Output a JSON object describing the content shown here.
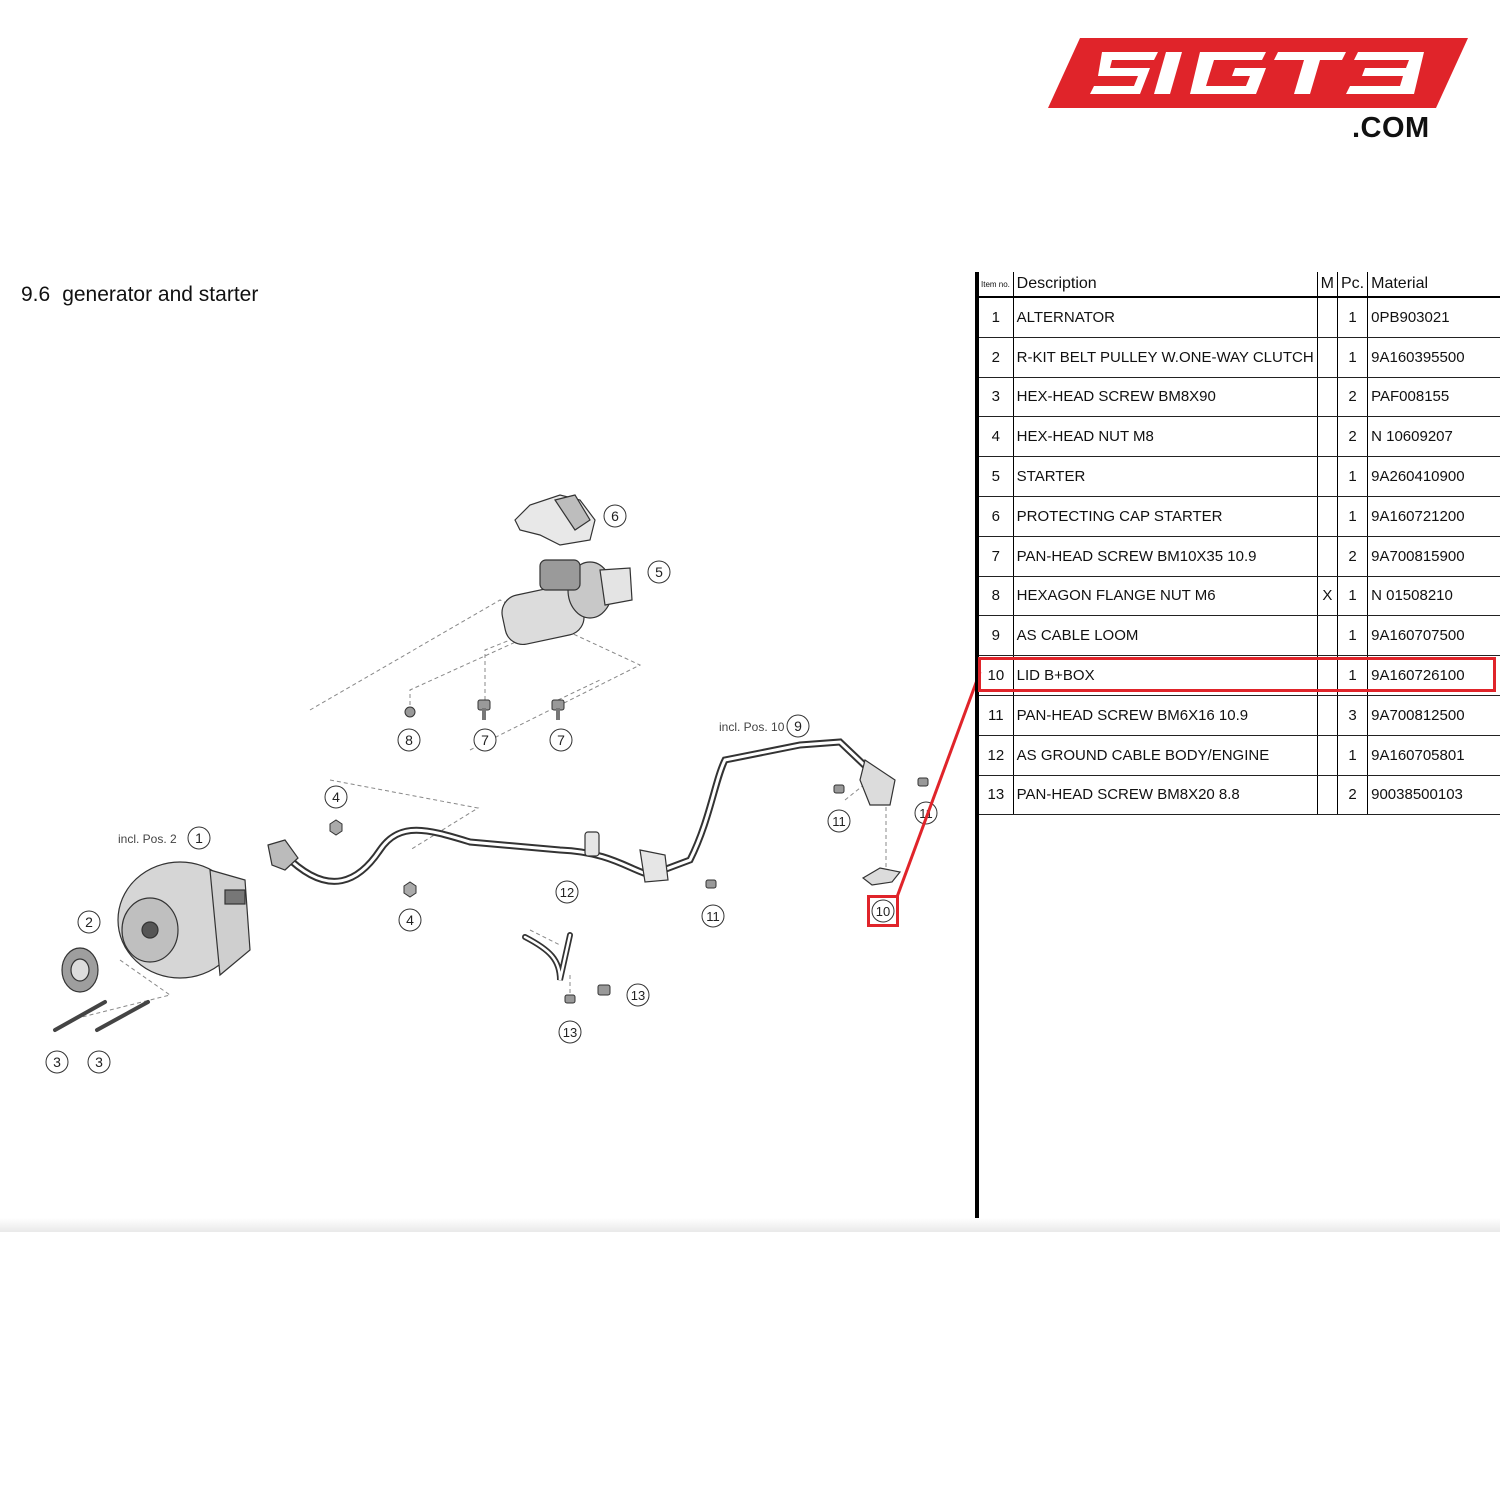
{
  "brand": {
    "logo_text": "51GT3",
    "logo_suffix": ".COM",
    "accent": "#e0242a"
  },
  "section": {
    "number": "9.6",
    "title": "generator and starter"
  },
  "diagram": {
    "notes": {
      "incl_pos_2": "incl. Pos. 2",
      "incl_pos_10": "incl. Pos. 10"
    },
    "callouts": [
      "1",
      "2",
      "3",
      "3",
      "4",
      "4",
      "5",
      "6",
      "7",
      "7",
      "8",
      "9",
      "10",
      "11",
      "11",
      "11",
      "12",
      "13",
      "13"
    ]
  },
  "table": {
    "headers": {
      "item": "Item no.",
      "description": "Description",
      "m": "M",
      "pc": "Pc.",
      "material": "Material"
    },
    "rows": [
      {
        "item": "1",
        "description": "ALTERNATOR",
        "m": "",
        "pc": "1",
        "material": "0PB903021"
      },
      {
        "item": "2",
        "description": "R-KIT BELT PULLEY W.ONE-WAY CLUTCH",
        "m": "",
        "pc": "1",
        "material": "9A160395500"
      },
      {
        "item": "3",
        "description": "HEX-HEAD SCREW BM8X90",
        "m": "",
        "pc": "2",
        "material": "PAF008155"
      },
      {
        "item": "4",
        "description": "HEX-HEAD NUT M8",
        "m": "",
        "pc": "2",
        "material": "N 10609207"
      },
      {
        "item": "5",
        "description": "STARTER",
        "m": "",
        "pc": "1",
        "material": "9A260410900"
      },
      {
        "item": "6",
        "description": "PROTECTING CAP STARTER",
        "m": "",
        "pc": "1",
        "material": "9A160721200"
      },
      {
        "item": "7",
        "description": "PAN-HEAD SCREW BM10X35 10.9",
        "m": "",
        "pc": "2",
        "material": "9A700815900"
      },
      {
        "item": "8",
        "description": "HEXAGON FLANGE NUT M6",
        "m": "X",
        "pc": "1",
        "material": "N 01508210"
      },
      {
        "item": "9",
        "description": "AS CABLE LOOM",
        "m": "",
        "pc": "1",
        "material": "9A160707500"
      },
      {
        "item": "10",
        "description": "LID B+BOX",
        "m": "",
        "pc": "1",
        "material": "9A160726100"
      },
      {
        "item": "11",
        "description": "PAN-HEAD SCREW BM6X16 10.9",
        "m": "",
        "pc": "3",
        "material": "9A700812500"
      },
      {
        "item": "12",
        "description": "AS GROUND CABLE BODY/ENGINE",
        "m": "",
        "pc": "1",
        "material": "9A160705801"
      },
      {
        "item": "13",
        "description": "PAN-HEAD SCREW BM8X20 8.8",
        "m": "",
        "pc": "2",
        "material": "90038500103"
      }
    ]
  }
}
